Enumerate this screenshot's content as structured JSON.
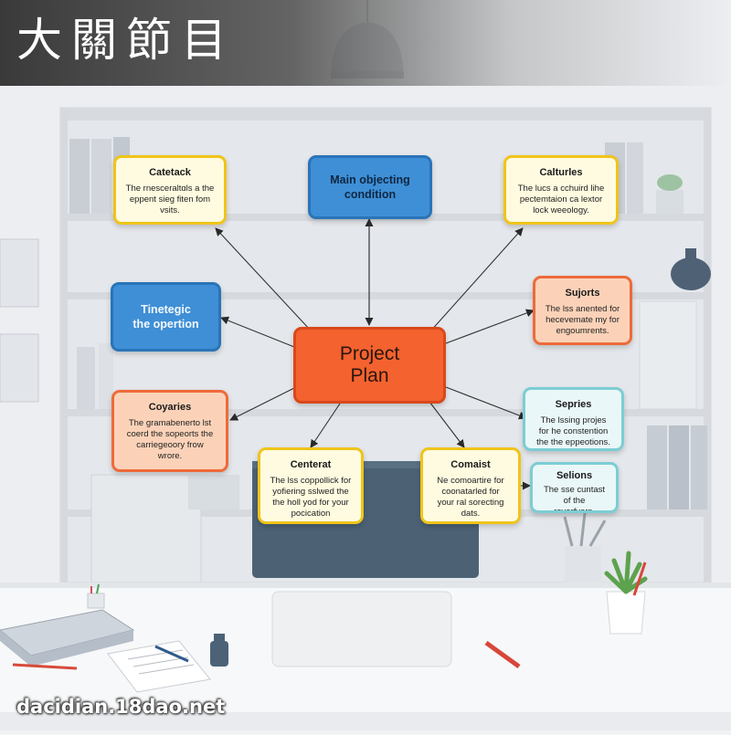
{
  "banner": {
    "title": "大關節目"
  },
  "watermark": {
    "text": "dacidian.18dao.net"
  },
  "diagram": {
    "center": {
      "title": "Project\nPlan"
    },
    "nodes": [
      {
        "id": "catetack",
        "title": "Catetack",
        "body": "The rnesceraltɑls a the eppent sieg fiten fom vsits.",
        "style": "card",
        "color": "yellow"
      },
      {
        "id": "main-objecting",
        "title": "Main objecting\ncondition",
        "body": "",
        "style": "solid",
        "color": "blue"
      },
      {
        "id": "calturies",
        "title": "Calturles",
        "body": "The lucs a cchuird lihe pectemtaion ca lextor lock weeology.",
        "style": "card",
        "color": "yellow"
      },
      {
        "id": "tinetegic",
        "title": "Tinetegic\nthe opertion",
        "body": "",
        "style": "solid",
        "color": "blue"
      },
      {
        "id": "sujjorts",
        "title": "Sujorts",
        "body": "The lss anented for hecevemate my for engoumrents.",
        "style": "card",
        "color": "orange"
      },
      {
        "id": "coyaries",
        "title": "Coyaries",
        "body": "The gramabenerto lst coerd the sopeorts the carriegeoory frow wrore.",
        "style": "card",
        "color": "orange"
      },
      {
        "id": "sepries",
        "title": "Sepries",
        "body": "The lssing projes for he constention the the eppeotions.",
        "style": "card",
        "color": "teal"
      },
      {
        "id": "centerat",
        "title": "Centerat",
        "body": "The lss coppollick for yofiering sslwed the the holl yod for your pocication",
        "style": "card",
        "color": "yellow"
      },
      {
        "id": "comaist",
        "title": "Comaist",
        "body": "Ne comoartire for coonatarled for your ral sorecting dats.",
        "style": "card",
        "color": "yellow"
      },
      {
        "id": "selions",
        "title": "Selions",
        "body": "The sse cuntast of the reverfyers.",
        "style": "card",
        "color": "teal"
      }
    ]
  },
  "palette": {
    "yellow": {
      "fill": "#fffbe0",
      "border": "#f0c419"
    },
    "orange": {
      "fill": "#fbd2b8",
      "border": "#ee6a3a"
    },
    "teal": {
      "fill": "#eaf7f8",
      "border": "#7ccdd4"
    },
    "blue": {
      "fill": "#3e8fd6",
      "border": "#2a74b8"
    },
    "center": {
      "fill": "#f4622f",
      "border": "#d9481a"
    }
  }
}
